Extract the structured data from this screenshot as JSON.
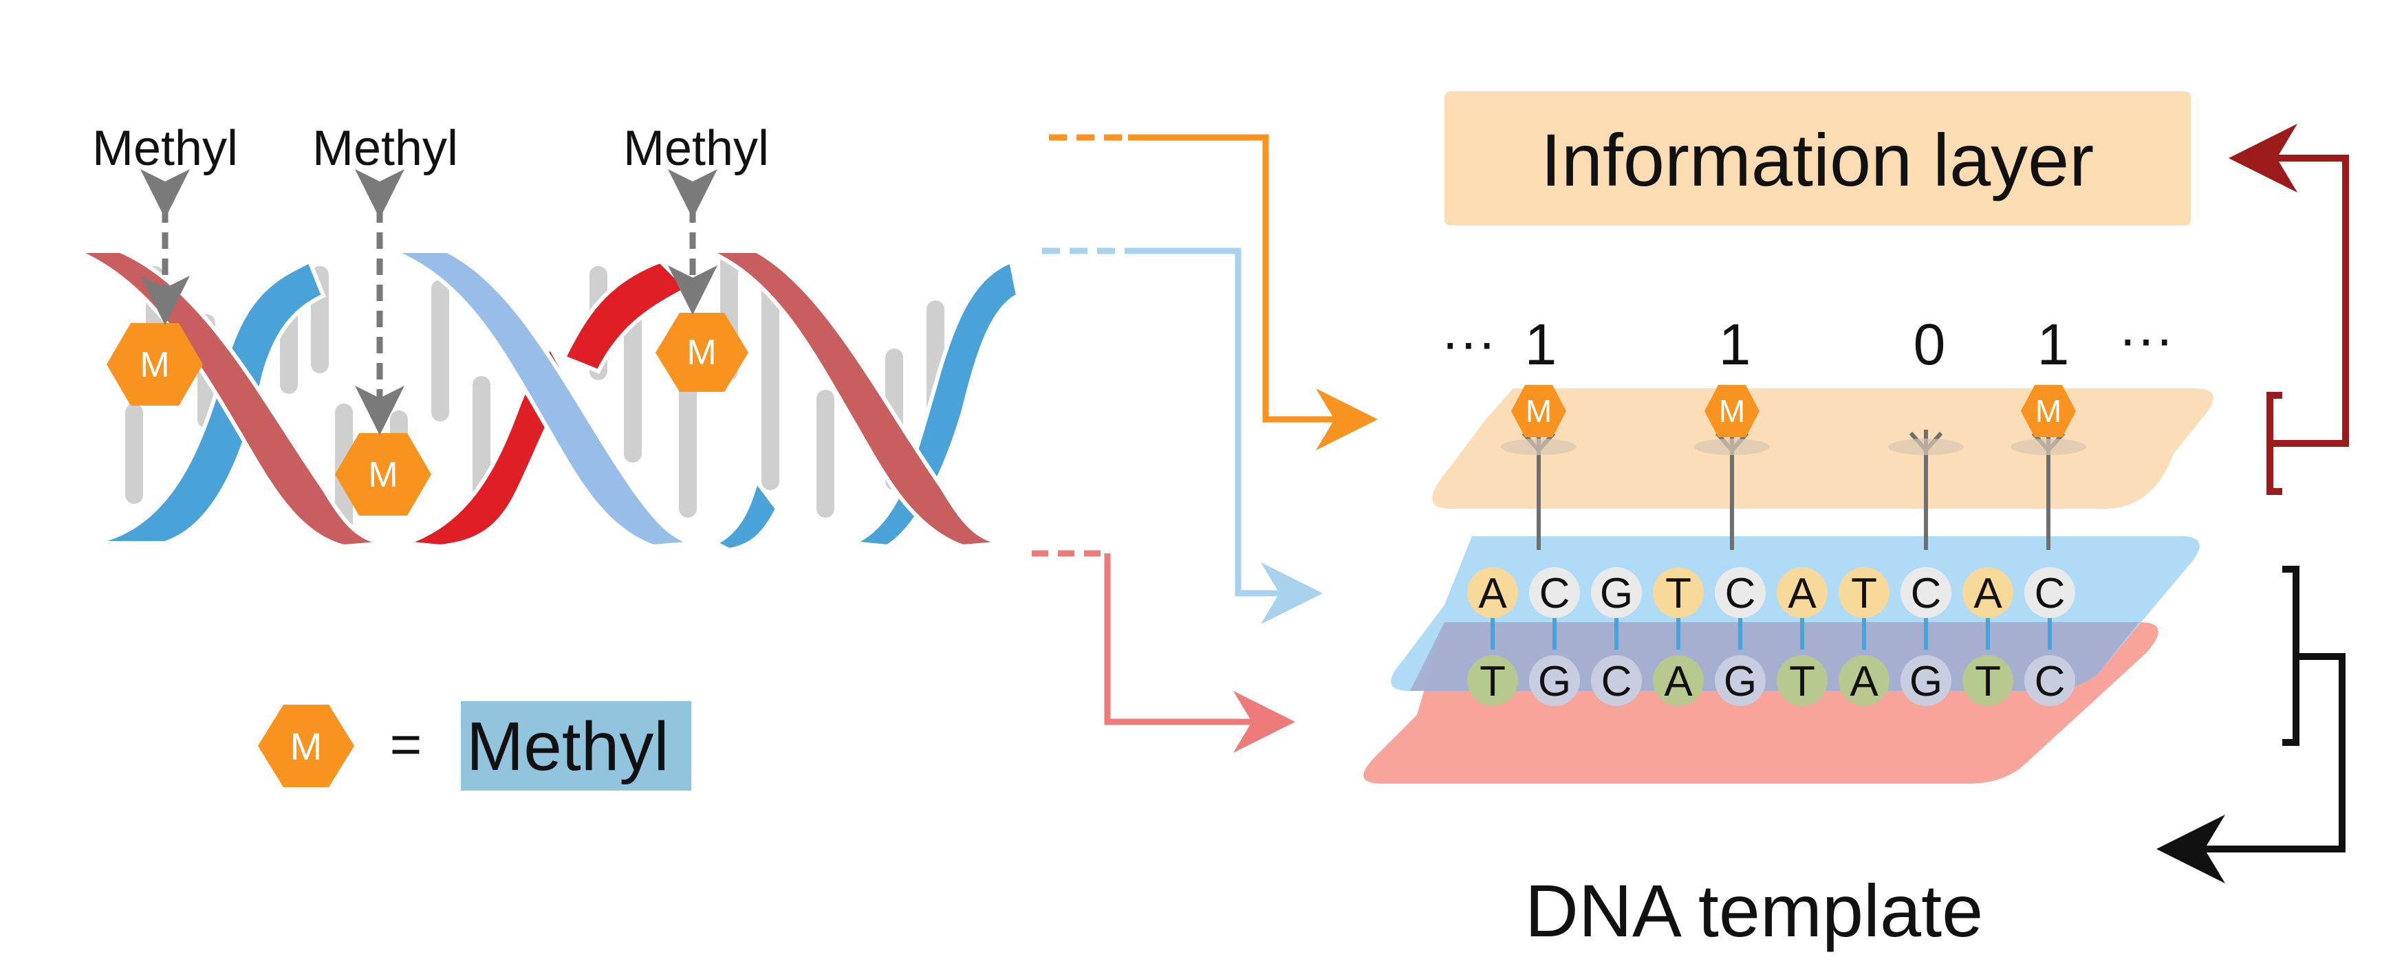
{
  "helix": {
    "methyl_labels": [
      "Methyl",
      "Methyl",
      "Methyl"
    ],
    "marker_symbol": "M"
  },
  "legend": {
    "symbol": "M",
    "equals": "=",
    "label": "Methyl"
  },
  "info_layer": {
    "title": "Information layer",
    "bits": [
      "1",
      "1",
      "0",
      "1"
    ],
    "ellipsis_left": "···",
    "ellipsis_right": "···"
  },
  "dna_template": {
    "label": "DNA template",
    "top_strand": [
      "A",
      "C",
      "G",
      "T",
      "C",
      "A",
      "T",
      "C",
      "A",
      "C"
    ],
    "bottom_strand": [
      "T",
      "G",
      "C",
      "A",
      "G",
      "T",
      "A",
      "G",
      "T",
      "C"
    ]
  },
  "colors": {
    "methyl_orange": "#f7931e",
    "info_peach": "#fbdcb3",
    "blue_layer": "#a8d8f5",
    "red_layer": "#f9a49a",
    "strand_red": "#c95e5f",
    "strand_blue": "#4aa3d8",
    "strand_light_blue": "#97bde8",
    "strand_bright_red": "#e01e25",
    "methyl_label_bg": "#93c4dd",
    "arrow_darkred": "#9c1a1a"
  }
}
